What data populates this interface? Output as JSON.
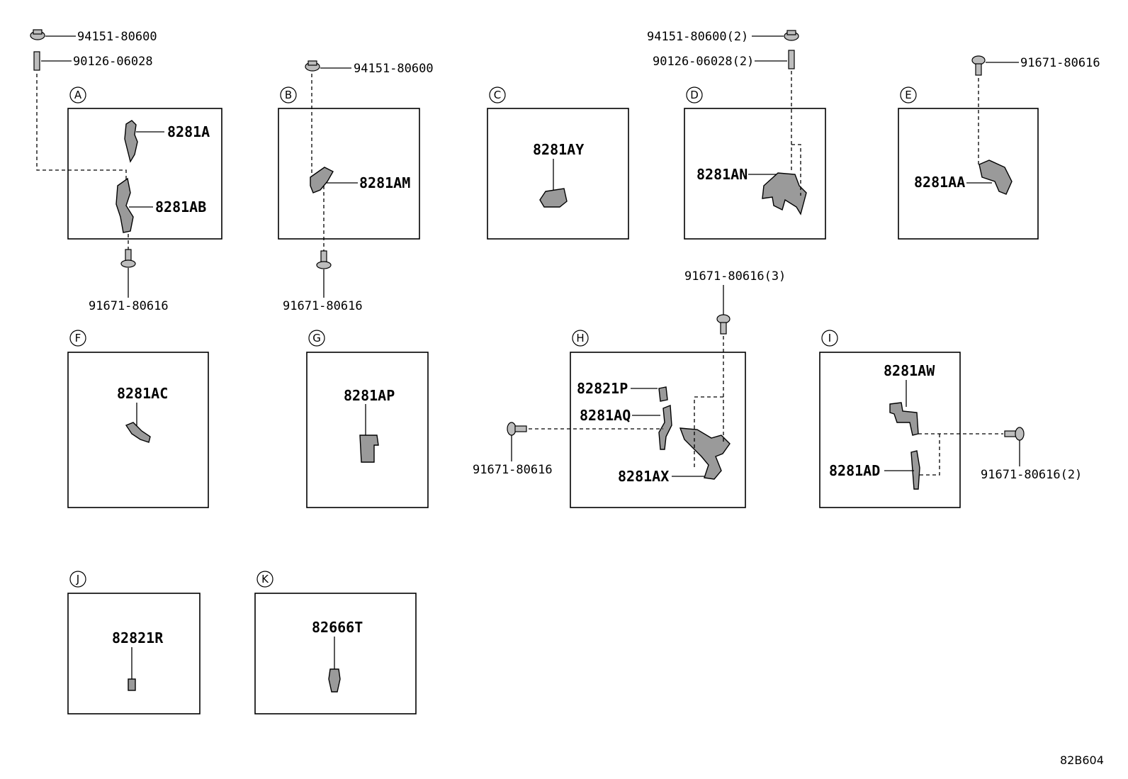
{
  "diagram_code": "82B604",
  "panels": [
    {
      "letter": "A",
      "parts": [
        {
          "label": "8281A"
        },
        {
          "label": "8281AB"
        }
      ]
    },
    {
      "letter": "B",
      "parts": [
        {
          "label": "8281AM"
        }
      ]
    },
    {
      "letter": "C",
      "parts": [
        {
          "label": "8281AY"
        }
      ]
    },
    {
      "letter": "D",
      "parts": [
        {
          "label": "8281AN"
        }
      ]
    },
    {
      "letter": "E",
      "parts": [
        {
          "label": "8281AA"
        }
      ]
    },
    {
      "letter": "F",
      "parts": [
        {
          "label": "8281AC"
        }
      ]
    },
    {
      "letter": "G",
      "parts": [
        {
          "label": "8281AP"
        }
      ]
    },
    {
      "letter": "H",
      "parts": [
        {
          "label": "82821P"
        },
        {
          "label": "8281AQ"
        },
        {
          "label": "8281AX"
        }
      ]
    },
    {
      "letter": "I",
      "parts": [
        {
          "label": "8281AW"
        },
        {
          "label": "8281AD"
        }
      ]
    },
    {
      "letter": "J",
      "parts": [
        {
          "label": "82821R"
        }
      ]
    },
    {
      "letter": "K",
      "parts": [
        {
          "label": "82666T"
        }
      ]
    }
  ],
  "fasteners": [
    {
      "label": "94151-80600"
    },
    {
      "label": "90126-06028"
    },
    {
      "label": "91671-80616"
    },
    {
      "label": "94151-80600"
    },
    {
      "label": "91671-80616"
    },
    {
      "label": "94151-80600(2)"
    },
    {
      "label": "90126-06028(2)"
    },
    {
      "label": "91671-80616"
    },
    {
      "label": "91671-80616(3)"
    },
    {
      "label": "91671-80616"
    },
    {
      "label": "91671-80616(2)"
    }
  ]
}
